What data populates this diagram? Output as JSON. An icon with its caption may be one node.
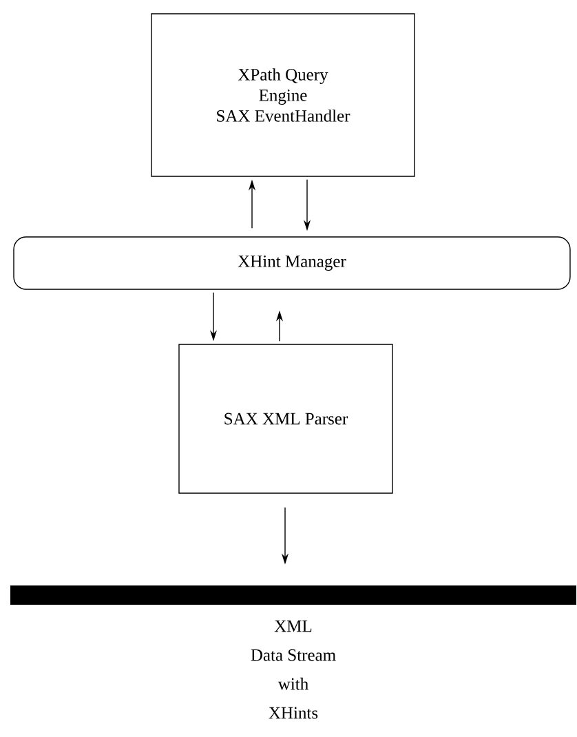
{
  "diagram": {
    "nodes": [
      {
        "text": [
          "XPath Query",
          "Engine",
          "SAX EventHandler"
        ]
      },
      {
        "text": [
          "XHint  Manager"
        ]
      },
      {
        "text": [
          "SAX XML Parser"
        ]
      },
      {
        "text": [
          "XML",
          "Data Stream",
          "with",
          "XHints"
        ]
      }
    ],
    "edges": [
      {
        "from": 1,
        "to": 0,
        "arrow": "to"
      },
      {
        "from": 0,
        "to": 1,
        "arrow": "to"
      },
      {
        "from": 1,
        "to": 2,
        "arrow": "to"
      },
      {
        "from": 2,
        "to": 1,
        "arrow": "to"
      },
      {
        "from": 2,
        "to": 3,
        "arrow": "to"
      }
    ]
  }
}
